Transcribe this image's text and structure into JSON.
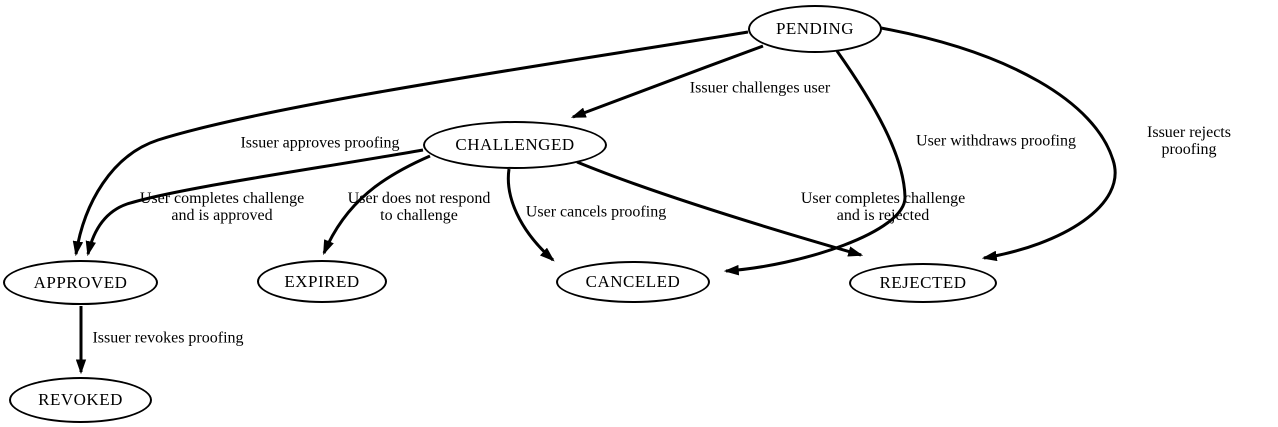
{
  "diagram": {
    "type": "state-machine",
    "nodes": {
      "pending": {
        "label": "PENDING"
      },
      "challenged": {
        "label": "CHALLENGED"
      },
      "approved": {
        "label": "APPROVED"
      },
      "expired": {
        "label": "EXPIRED"
      },
      "canceled": {
        "label": "CANCELED"
      },
      "rejected": {
        "label": "REJECTED"
      },
      "revoked": {
        "label": "REVOKED"
      }
    },
    "edges": [
      {
        "from": "PENDING",
        "to": "CHALLENGED",
        "label": "Issuer challenges user"
      },
      {
        "from": "PENDING",
        "to": "APPROVED",
        "label": "Issuer approves proofing"
      },
      {
        "from": "PENDING",
        "to": "CANCELED",
        "label": "User withdraws proofing"
      },
      {
        "from": "PENDING",
        "to": "REJECTED",
        "label": "Issuer rejects proofing"
      },
      {
        "from": "CHALLENGED",
        "to": "APPROVED",
        "label": "User completes challenge\nand is approved"
      },
      {
        "from": "CHALLENGED",
        "to": "EXPIRED",
        "label": "User does not respond\nto challenge"
      },
      {
        "from": "CHALLENGED",
        "to": "CANCELED",
        "label": "User cancels proofing"
      },
      {
        "from": "CHALLENGED",
        "to": "REJECTED",
        "label": "User completes challenge\nand is rejected"
      },
      {
        "from": "APPROVED",
        "to": "REVOKED",
        "label": "Issuer revokes proofing"
      }
    ],
    "colors": {
      "background": "#ffffff",
      "stroke": "#000000",
      "text": "#000000"
    }
  }
}
